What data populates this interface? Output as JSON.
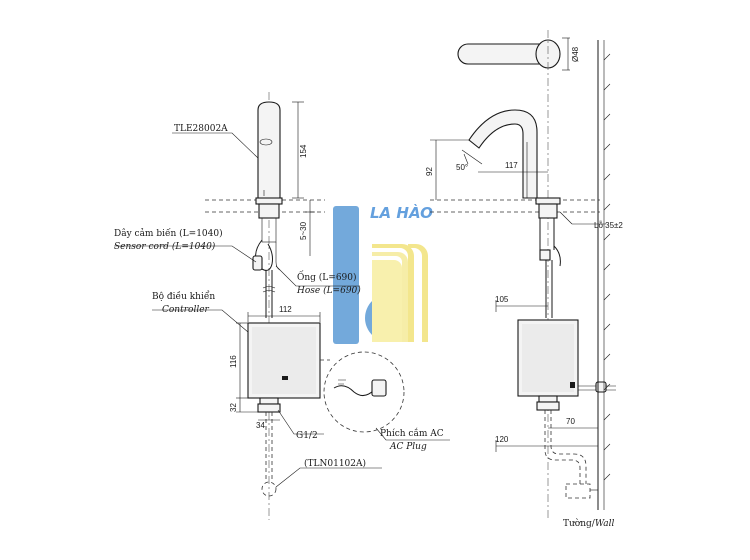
{
  "watermark": {
    "text": "LA HÀO",
    "colors": {
      "blue": "#5b9bd5",
      "yellow": "#f2e27a",
      "text": "#4a90d9"
    }
  },
  "left_view": {
    "model_label": "TLE28002A",
    "sensor_cord_vi": "Dây cảm biến (L=1040)",
    "sensor_cord_en": "Sensor cord (L=1040)",
    "hose_vi": "Ống (L=690)",
    "hose_en": "Hose (L=690)",
    "controller_vi": "Bộ điều khiển",
    "controller_en": "Controller",
    "thread_label": "G1/2",
    "valve_model": "(TLN01102A)",
    "ac_plug_vi": "Phích cắm AC",
    "ac_plug_en": "AC Plug",
    "dims": {
      "spout_height": "154",
      "deck_thickness": "5~30",
      "controller_width": "112",
      "controller_height": "116",
      "connector_height": "32",
      "connector_width": "34"
    }
  },
  "right_view": {
    "diameter": "Ø48",
    "angle": "50°",
    "spout_reach": "117",
    "spout_height": "92",
    "hole_size": "Lỗ 35±2",
    "controller_width": "105",
    "wall_offset_1": "70",
    "wall_offset_2": "120",
    "wall_label_vi": "Tường/",
    "wall_label_en": "Wall"
  }
}
